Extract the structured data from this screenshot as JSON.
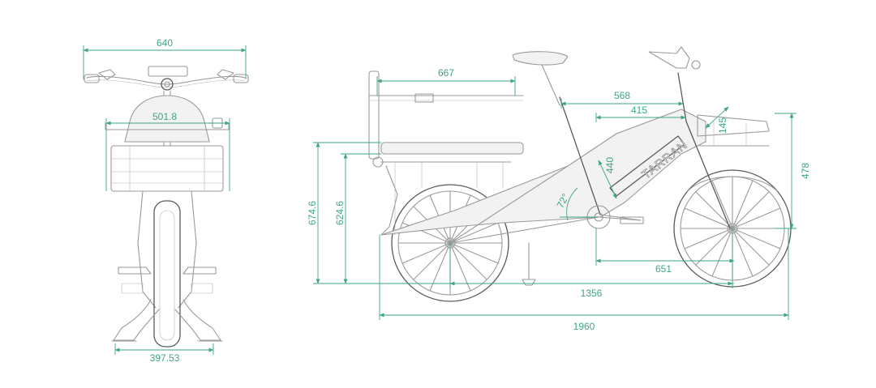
{
  "accent_color": "#3fa67e",
  "line_color": "#9a9a9a",
  "brand": "TARRAN",
  "front_view": {
    "dimensions": {
      "handlebar_width": "640",
      "rack_width": "501.8",
      "stand_width": "397.53"
    }
  },
  "side_view": {
    "dimensions": {
      "rear_rack_length": "667",
      "reach": "568",
      "top_length": "415",
      "front_rack_height": "145",
      "front_rack_offset": "478",
      "seat_tube": "440",
      "seat_angle": "72°",
      "rear_deck_height": "674.6",
      "rack_height": "624.6",
      "front_center": "651",
      "wheelbase": "1356",
      "overall_length": "1960"
    }
  }
}
